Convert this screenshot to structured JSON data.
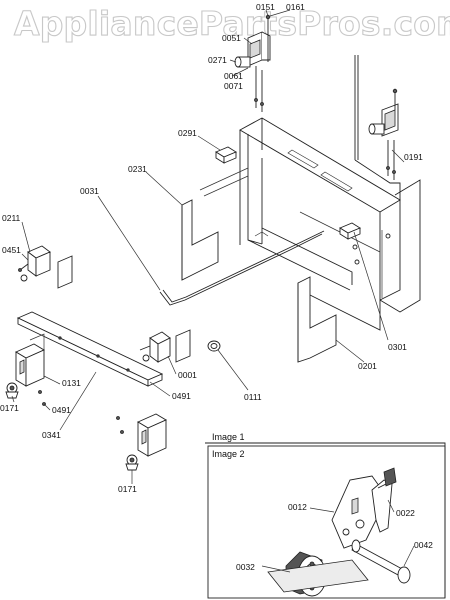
{
  "watermark": "AppliancePartsPros.com",
  "callouts": {
    "c0151": "0151",
    "c0161": "0161",
    "c0051": "0051",
    "c0271": "0271",
    "c0061": "0061",
    "c0071": "0071",
    "c0291": "0291",
    "c0191": "0191",
    "c0031": "0031",
    "c0231": "0231",
    "c0211": "0211",
    "c0451": "0451",
    "c0301": "0301",
    "c0201": "0201",
    "c0001": "0001",
    "c0131": "0131",
    "c0491a": "0491",
    "c0491b": "0491",
    "c0111": "0111",
    "c0171a": "0171",
    "c0341": "0341",
    "c0171b": "0171",
    "c0012": "0012",
    "c0022": "0022",
    "c0042": "0042",
    "c0032": "0032"
  },
  "inset": {
    "image1_label": "Image 1",
    "image2_label": "Image 2"
  }
}
